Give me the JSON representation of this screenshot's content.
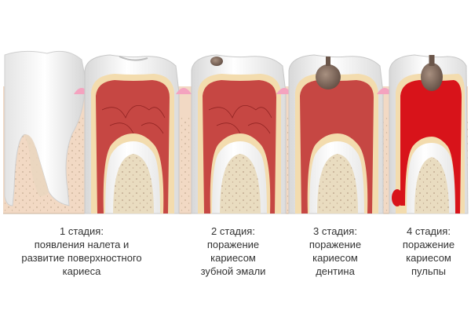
{
  "stages": [
    {
      "title": "1 стадия:",
      "lines": [
        "появления налета и",
        "развитие поверхностного",
        "кариеса"
      ]
    },
    {
      "title": "2 стадия:",
      "lines": [
        "поражение",
        "кариесом",
        "зубной эмали"
      ]
    },
    {
      "title": "3 стадия:",
      "lines": [
        "поражение",
        "кариесом",
        "дентина"
      ]
    },
    {
      "title": "4 стадия:",
      "lines": [
        "поражение",
        "кариесом",
        "пульпы"
      ]
    }
  ],
  "colors": {
    "gum": "#f2d9c4",
    "bone": "#e9dcc0",
    "gum_pink": "#f4a3bf",
    "enamel": "#f7f7f7",
    "dentin": "#f3dcae",
    "pulp": "#c23a3a",
    "caries": "#8a7060",
    "pulp_infected": "#d8131a"
  }
}
